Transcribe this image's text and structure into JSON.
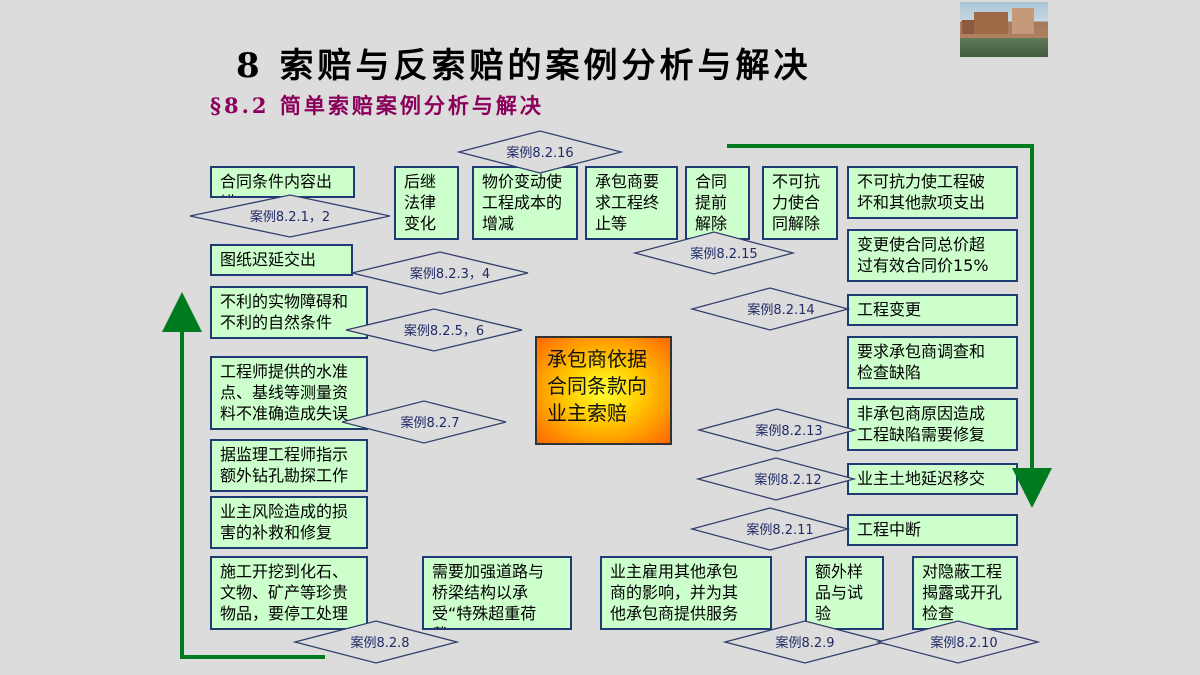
{
  "title": "8  索赔与反索赔的案例分析与解决",
  "subtitle": "§8.2  简单索赔案例分析与解决",
  "center_label": "承包商依据\n合同条款向\n业主索赔",
  "top_boxes": [
    "后继\n法律\n变化",
    "物价变动使\n工程成本的\n增减",
    "承包商要\n求工程终\n止等",
    "合同\n提前\n解除",
    "不可抗\n力使合\n同解除"
  ],
  "left_boxes": [
    "合同条件内容出错",
    "图纸迟延交出",
    "不利的实物障碍和\n不利的自然条件",
    "工程师提供的水准\n点、基线等测量资\n料不准确造成失误",
    "据监理工程师指示\n额外钻孔勘探工作",
    "业主风险造成的损\n害的补救和修复",
    "施工开挖到化石、\n文物、矿产等珍贵\n物品，要停工处理"
  ],
  "right_boxes": [
    "不可抗力使工程破\n坏和其他款项支出",
    "变更使合同总价超\n过有效合同价15%",
    "工程变更",
    "要求承包商调查和\n检查缺陷",
    "非承包商原因造成\n工程缺陷需要修复",
    "业主土地延迟移交",
    "工程中断"
  ],
  "bottom_boxes": [
    "需要加强道路与\n桥梁结构以承\n受“特殊超重荷\n载”",
    "业主雇用其他承包\n商的影响，并为其\n他承包商提供服务",
    "额外样\n品与试\n验",
    "对隐蔽工程\n揭露或开孔\n检查"
  ],
  "case_tags": [
    "案例8.2.16",
    "案例8.2.1，2",
    "案例8.2.3，4",
    "案例8.2.5，6",
    "案例8.2.7",
    "案例8.2.8",
    "案例8.2.9",
    "案例8.2.10",
    "案例8.2.11",
    "案例8.2.12",
    "案例8.2.13",
    "案例8.2.14",
    "案例8.2.15"
  ],
  "colors": {
    "box_fill": "#ccffcc",
    "box_border": "#1f3b73",
    "arrow": "#007a1f",
    "subtitle": "#8a005a"
  }
}
